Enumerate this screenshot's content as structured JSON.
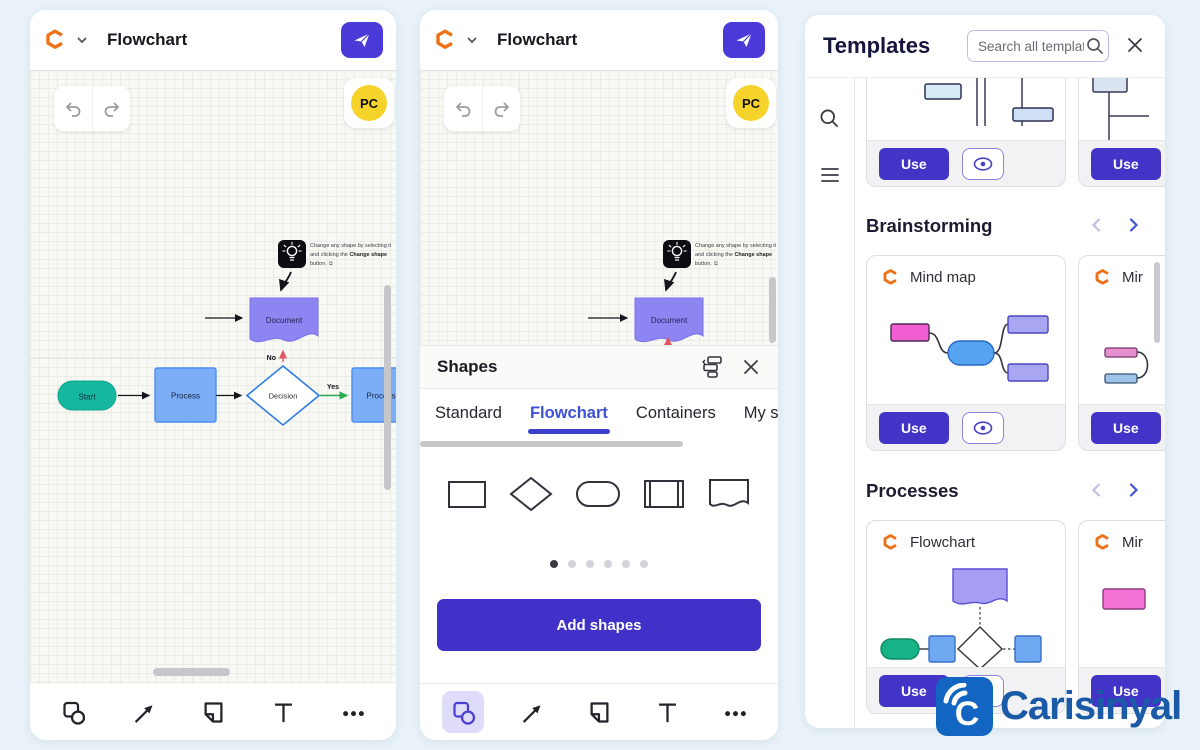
{
  "header": {
    "title": "Flowchart",
    "avatar": "PC"
  },
  "tooltip": {
    "text_pre": "Change any shape by selecting it and clicking the",
    "text_bold": "Change shape",
    "text_post": "button.",
    "icon_glyph": "⧉"
  },
  "flowchart": {
    "start": "Start",
    "process": "Process",
    "decision": "Decision",
    "yes": "Yes",
    "no": "No",
    "process2": "Process",
    "document": "Document"
  },
  "shapes_panel": {
    "title": "Shapes",
    "tabs": [
      {
        "label": "Standard"
      },
      {
        "label": "Flowchart"
      },
      {
        "label": "Containers"
      },
      {
        "label": "My shapes"
      }
    ],
    "active_tab": "Flowchart",
    "add_button": "Add shapes",
    "dots": {
      "count": 6,
      "active_index": 0
    }
  },
  "templates": {
    "title": "Templates",
    "search_placeholder": "Search all templates",
    "sections": [
      {
        "name": "Brainstorming"
      },
      {
        "name": "Processes"
      }
    ],
    "cards": {
      "top1": {
        "use": "Use"
      },
      "top2": {
        "use": "Use"
      },
      "mindmap": {
        "title": "Mind map",
        "use": "Use"
      },
      "mindmap2": {
        "title": "Mir",
        "use": "Use"
      },
      "flowchart": {
        "title": "Flowchart",
        "use": "Use"
      },
      "flowchart2": {
        "title": "Mir",
        "use": "Use"
      }
    }
  },
  "watermark": {
    "text": "Carisinyal"
  },
  "colors": {
    "accent": "#4334c8",
    "lucid_orange": "#ee7117",
    "start_green": "#15b79e",
    "process_blue": "#7caef8",
    "document_purple": "#8d86f2",
    "yes_green": "#2fae54",
    "no_red": "#e25563",
    "avatar_yellow": "#f6d32a",
    "active_tab_blue": "#3c50d8",
    "watermark_blue": "#1b5aa6"
  }
}
